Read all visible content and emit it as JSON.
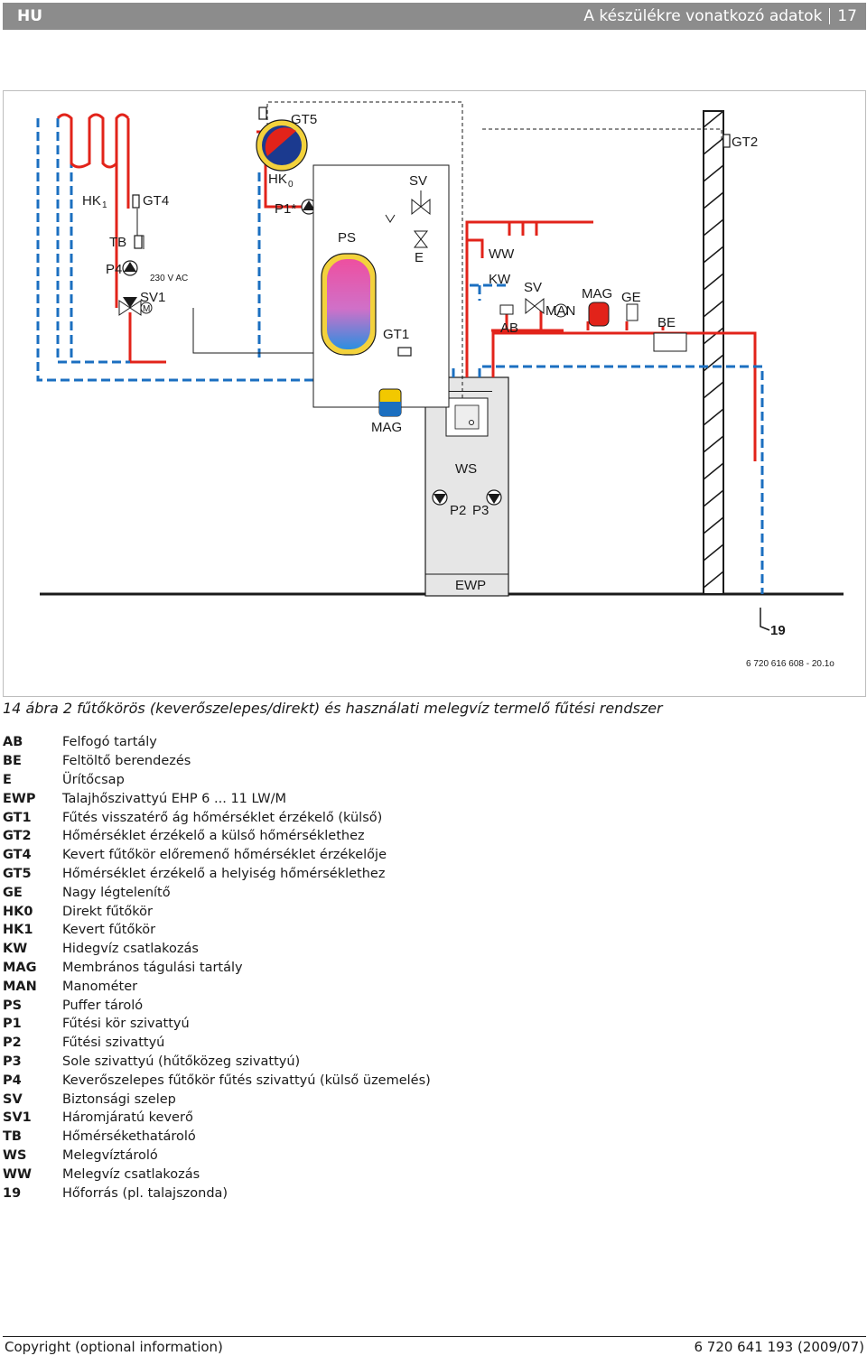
{
  "header": {
    "lang": "HU",
    "title": "A készülékre vonatkozó adatok",
    "page": "17"
  },
  "diagram": {
    "labels": {
      "gt5": "GT5",
      "gt2": "GT2",
      "hk1": "HK",
      "hk1_sub": "1",
      "gt4": "GT4",
      "hk0": "HK",
      "hk0_sub": "0",
      "p1": "P1*",
      "sv_top": "SV",
      "ps": "PS",
      "tb": "TB",
      "p4": "P4",
      "voltage": "230 V AC",
      "e": "E",
      "sv1": "SV1",
      "m": "M",
      "ww": "WW",
      "kw": "KW",
      "sv_mid": "SV",
      "mag_mid": "MAG",
      "ge": "GE",
      "man": "MAN",
      "ab": "AB",
      "be": "BE",
      "gt1": "GT1",
      "mag_low": "MAG",
      "ws": "WS",
      "p2": "P2",
      "p3": "P3",
      "ewp": "EWP",
      "n19": "19",
      "figure_code": "6 720 616 608 - 20.1o"
    }
  },
  "caption": "14 ábra 2 fűtőkörös (keverőszelepes/direkt) és használati melegvíz termelő fűtési rendszer",
  "legend": [
    {
      "code": "AB",
      "text": "Felfogó tartály"
    },
    {
      "code": "BE",
      "text": "Feltöltő berendezés"
    },
    {
      "code": "E",
      "text": "Ürítőcsap"
    },
    {
      "code": "EWP",
      "text": "Talajhőszivattyú EHP 6 ... 11 LW/M"
    },
    {
      "code": "GT1",
      "text": "Fűtés visszatérő ág hőmérséklet érzékelő (külső)"
    },
    {
      "code": "GT2",
      "text": "Hőmérséklet érzékelő a külső hőmérséklethez"
    },
    {
      "code": "GT4",
      "text": "Kevert fűtőkör előremenő hőmérséklet érzékelője"
    },
    {
      "code": "GT5",
      "text": "Hőmérséklet érzékelő a helyiség hőmérséklethez"
    },
    {
      "code": "GE",
      "text": "Nagy légtelenítő"
    },
    {
      "code": "HK0",
      "text": "Direkt fűtőkör"
    },
    {
      "code": "HK1",
      "text": "Kevert fűtőkör"
    },
    {
      "code": "KW",
      "text": "Hidegvíz csatlakozás"
    },
    {
      "code": "MAG",
      "text": "Membrános tágulási tartály"
    },
    {
      "code": "MAN",
      "text": "Manométer"
    },
    {
      "code": "PS",
      "text": "Puffer tároló"
    },
    {
      "code": "P1",
      "text": "Fűtési kör szivattyú"
    },
    {
      "code": "P2",
      "text": "Fűtési szivattyú"
    },
    {
      "code": "P3",
      "text": "Sole szivattyú (hűtőközeg szivattyú)"
    },
    {
      "code": "P4",
      "text": "Keverőszelepes fűtőkör fűtés szivattyú (külső üzemelés)"
    },
    {
      "code": "SV",
      "text": "Biztonsági szelep"
    },
    {
      "code": "SV1",
      "text": "Háromjáratú keverő"
    },
    {
      "code": "TB",
      "text": "Hőmérsékethatároló"
    },
    {
      "code": "WS",
      "text": "Melegvíztároló"
    },
    {
      "code": "WW",
      "text": "Melegvíz csatlakozás"
    },
    {
      "code": "19",
      "text": "Hőforrás (pl. talajszonda)"
    }
  ],
  "footer": {
    "left": "Copyright (optional information)",
    "right": "6 720 641 193 (2009/07)"
  },
  "colors": {
    "red": "#e2231a",
    "blue": "#1b6fc0",
    "header_bg": "#8c8c8c",
    "tank_yellow": "#f3d23c",
    "mag_yellow": "#f2c800"
  }
}
